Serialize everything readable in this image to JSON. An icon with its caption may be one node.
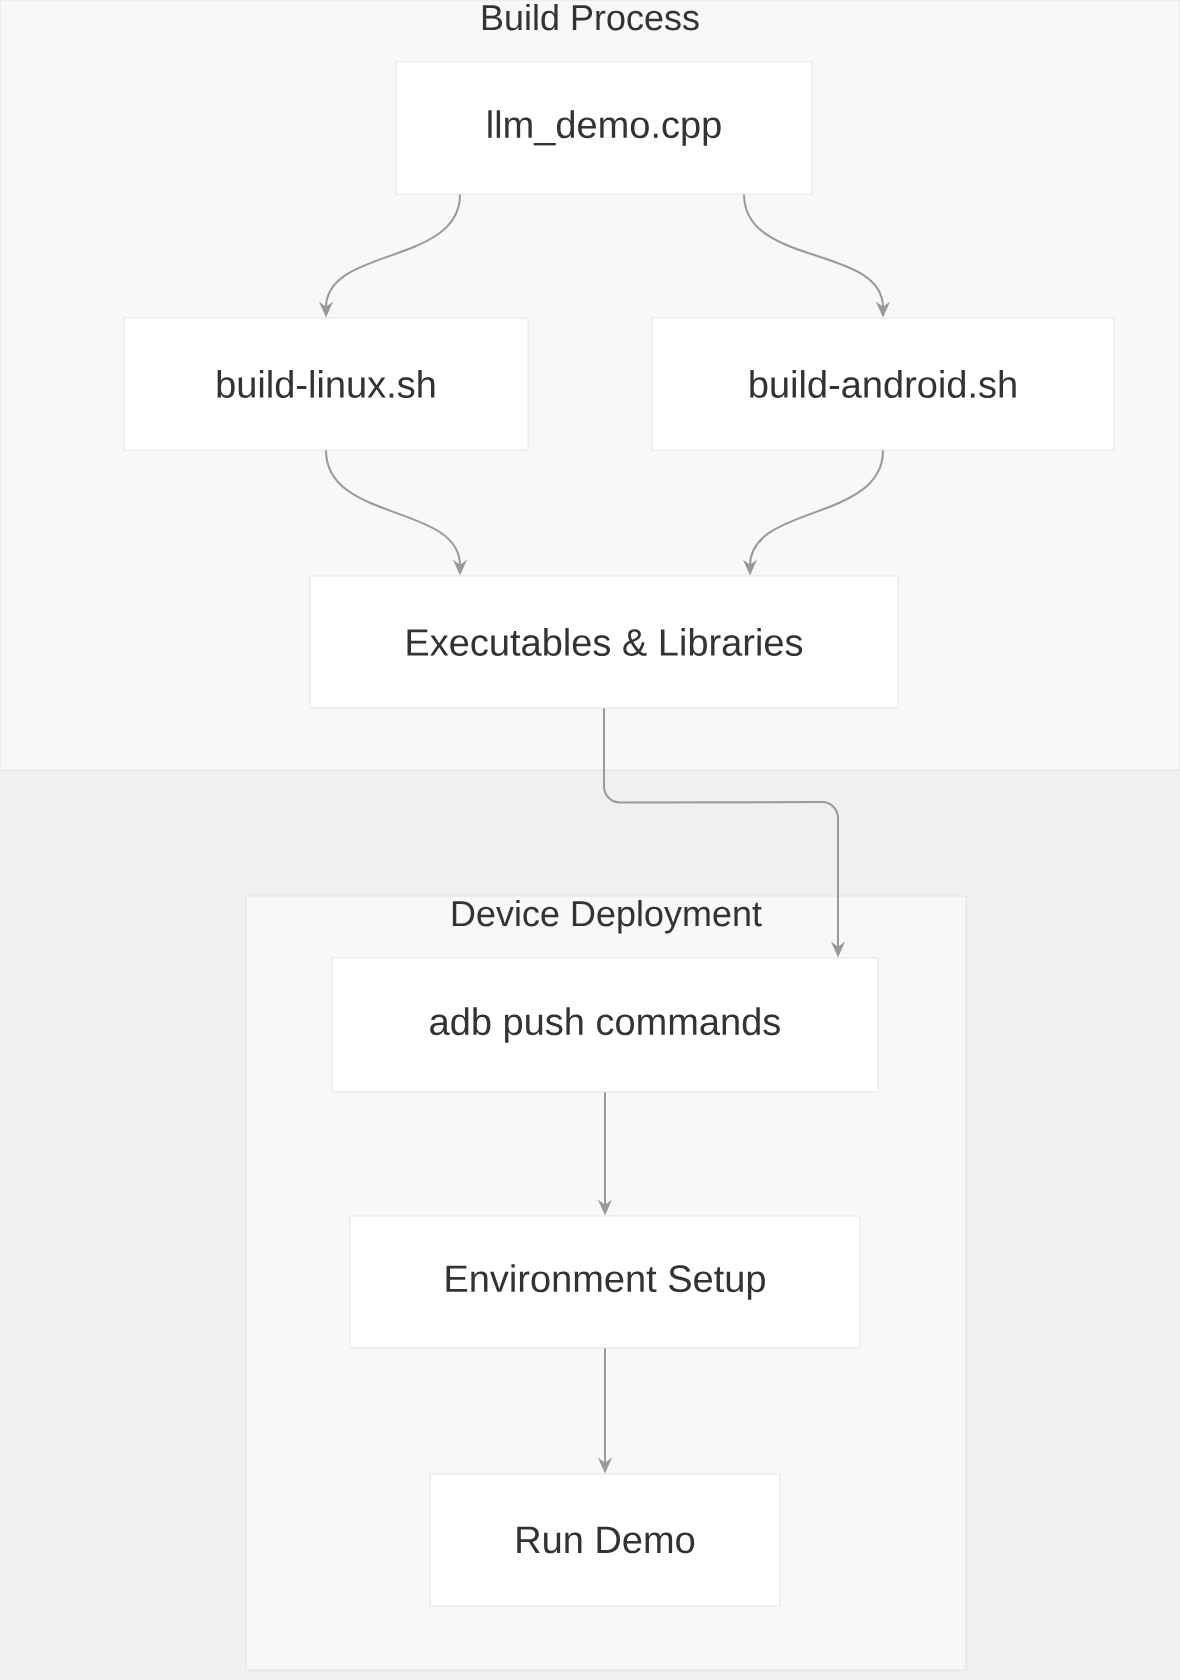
{
  "diagram": {
    "nodes": [
      {
        "text": [
          "Build Process"
        ]
      },
      {
        "text": [
          "llm_demo.cpp"
        ],
        "in": 0
      },
      {
        "text": [
          "build-linux.sh"
        ],
        "in": 0
      },
      {
        "text": [
          "build-android.sh"
        ],
        "in": 0
      },
      {
        "text": [
          "Executables & Libraries"
        ],
        "in": 0
      },
      {
        "text": [
          "Device Deployment"
        ]
      },
      {
        "text": [
          "adb push commands"
        ],
        "in": 5
      },
      {
        "text": [
          "Environment Setup"
        ],
        "in": 5
      },
      {
        "text": [
          "Run Demo"
        ],
        "in": 5
      }
    ],
    "edges": [
      {
        "from": 1,
        "to": 2,
        "arrow": "to"
      },
      {
        "from": 1,
        "to": 3,
        "arrow": "to"
      },
      {
        "from": 2,
        "to": 4,
        "arrow": "to"
      },
      {
        "from": 3,
        "to": 4,
        "arrow": "to"
      },
      {
        "from": 4,
        "to": 6,
        "arrow": "to"
      },
      {
        "from": 6,
        "to": 7,
        "arrow": "to"
      },
      {
        "from": 7,
        "to": 8,
        "arrow": "to"
      }
    ]
  }
}
